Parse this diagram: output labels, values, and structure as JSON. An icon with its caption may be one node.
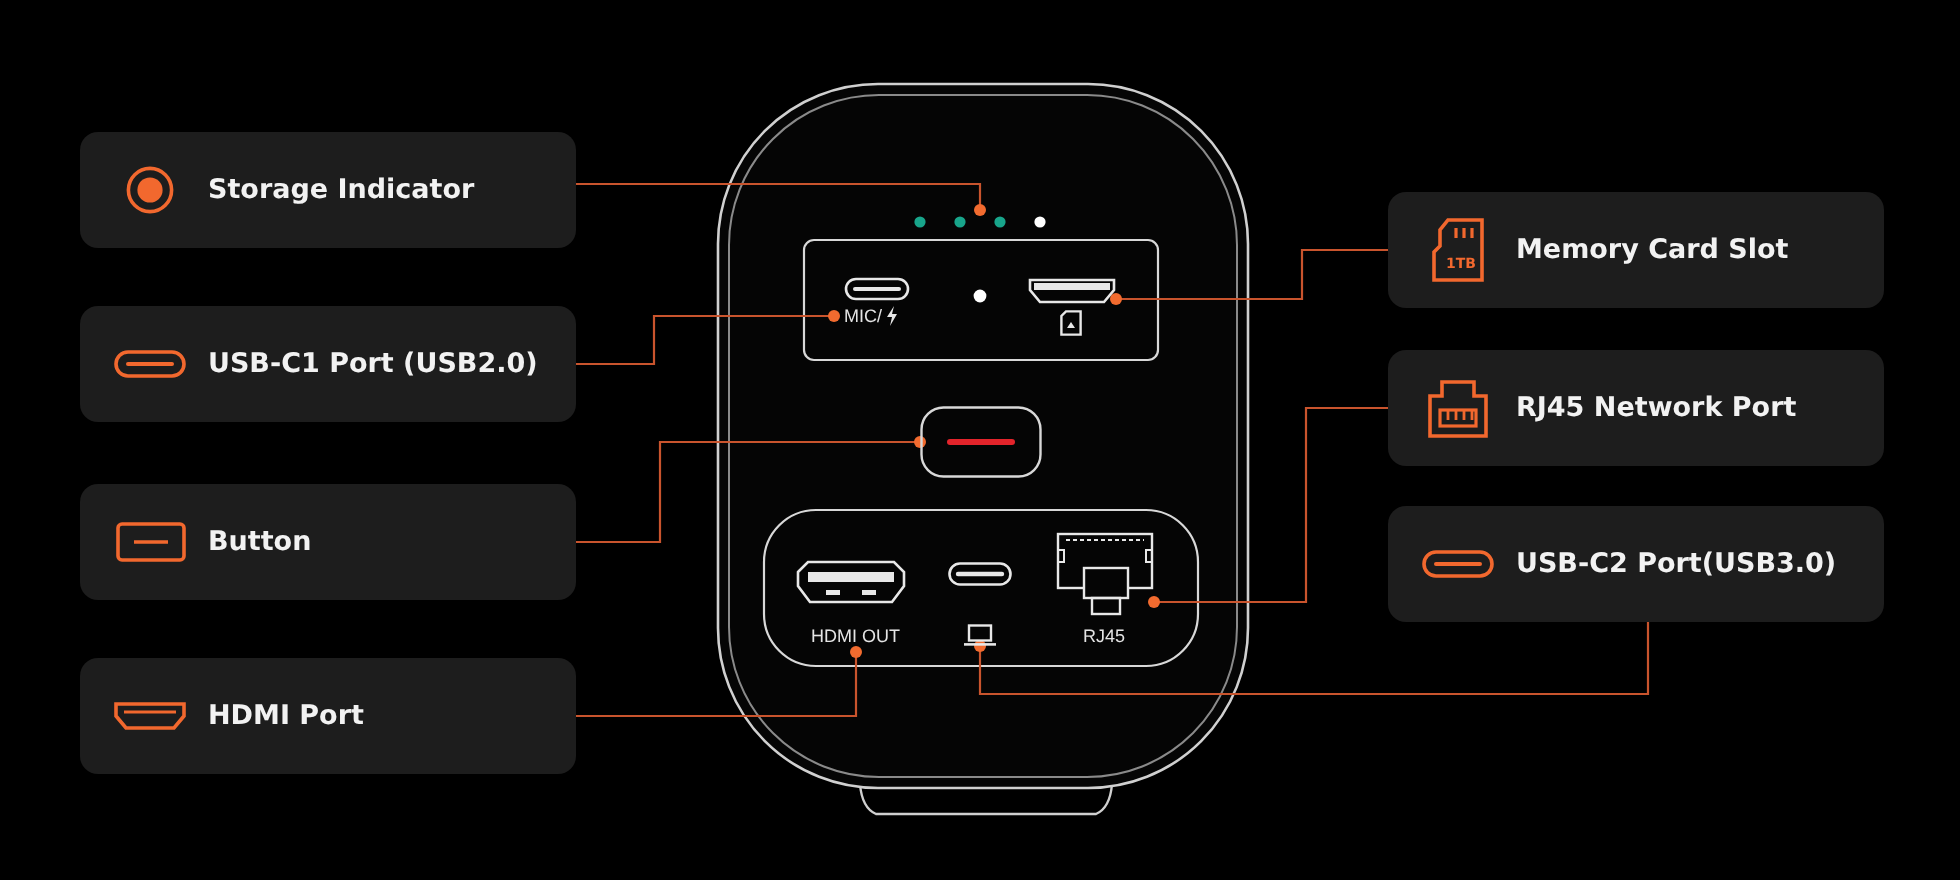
{
  "diagram": {
    "nodes": [
      {
        "text": [
          "Storage Indicator"
        ]
      },
      {
        "text": [
          "USB-C1 Port (USB2.0)"
        ]
      },
      {
        "text": [
          "Button"
        ]
      },
      {
        "text": [
          "HDMI Port"
        ]
      },
      {
        "text": [
          "1TB",
          "Memory Card Slot"
        ]
      },
      {
        "text": [
          "RJ45 Network Port"
        ]
      },
      {
        "text": [
          "USB-C2 Port(USB3.0)"
        ]
      },
      {
        "text": [],
        "shape": "picture"
      },
      {
        "text": [
          "MIC/"
        ]
      },
      {
        "text": [],
        "shape": "picture"
      },
      {
        "text": [],
        "shape": "picture"
      },
      {
        "text": [],
        "shape": "picture"
      },
      {
        "text": [
          "HDMI OUT"
        ]
      },
      {
        "text": [],
        "shape": "picture"
      }
    ],
    "edges": [
      {
        "from": 0,
        "to": 7,
        "arrow": "other"
      },
      {
        "from": 1,
        "to": 8,
        "arrow": "other"
      },
      {
        "from": 2,
        "to": 10,
        "arrow": "other"
      },
      {
        "from": 3,
        "to": 12,
        "arrow": "other"
      },
      {
        "from": 4,
        "to": 9,
        "arrow": "other"
      },
      {
        "from": 5,
        "to": 11,
        "arrow": "other"
      },
      {
        "from": 6,
        "to": 13,
        "arrow": "other"
      }
    ],
    "labels": [
      "RJ45"
    ]
  }
}
